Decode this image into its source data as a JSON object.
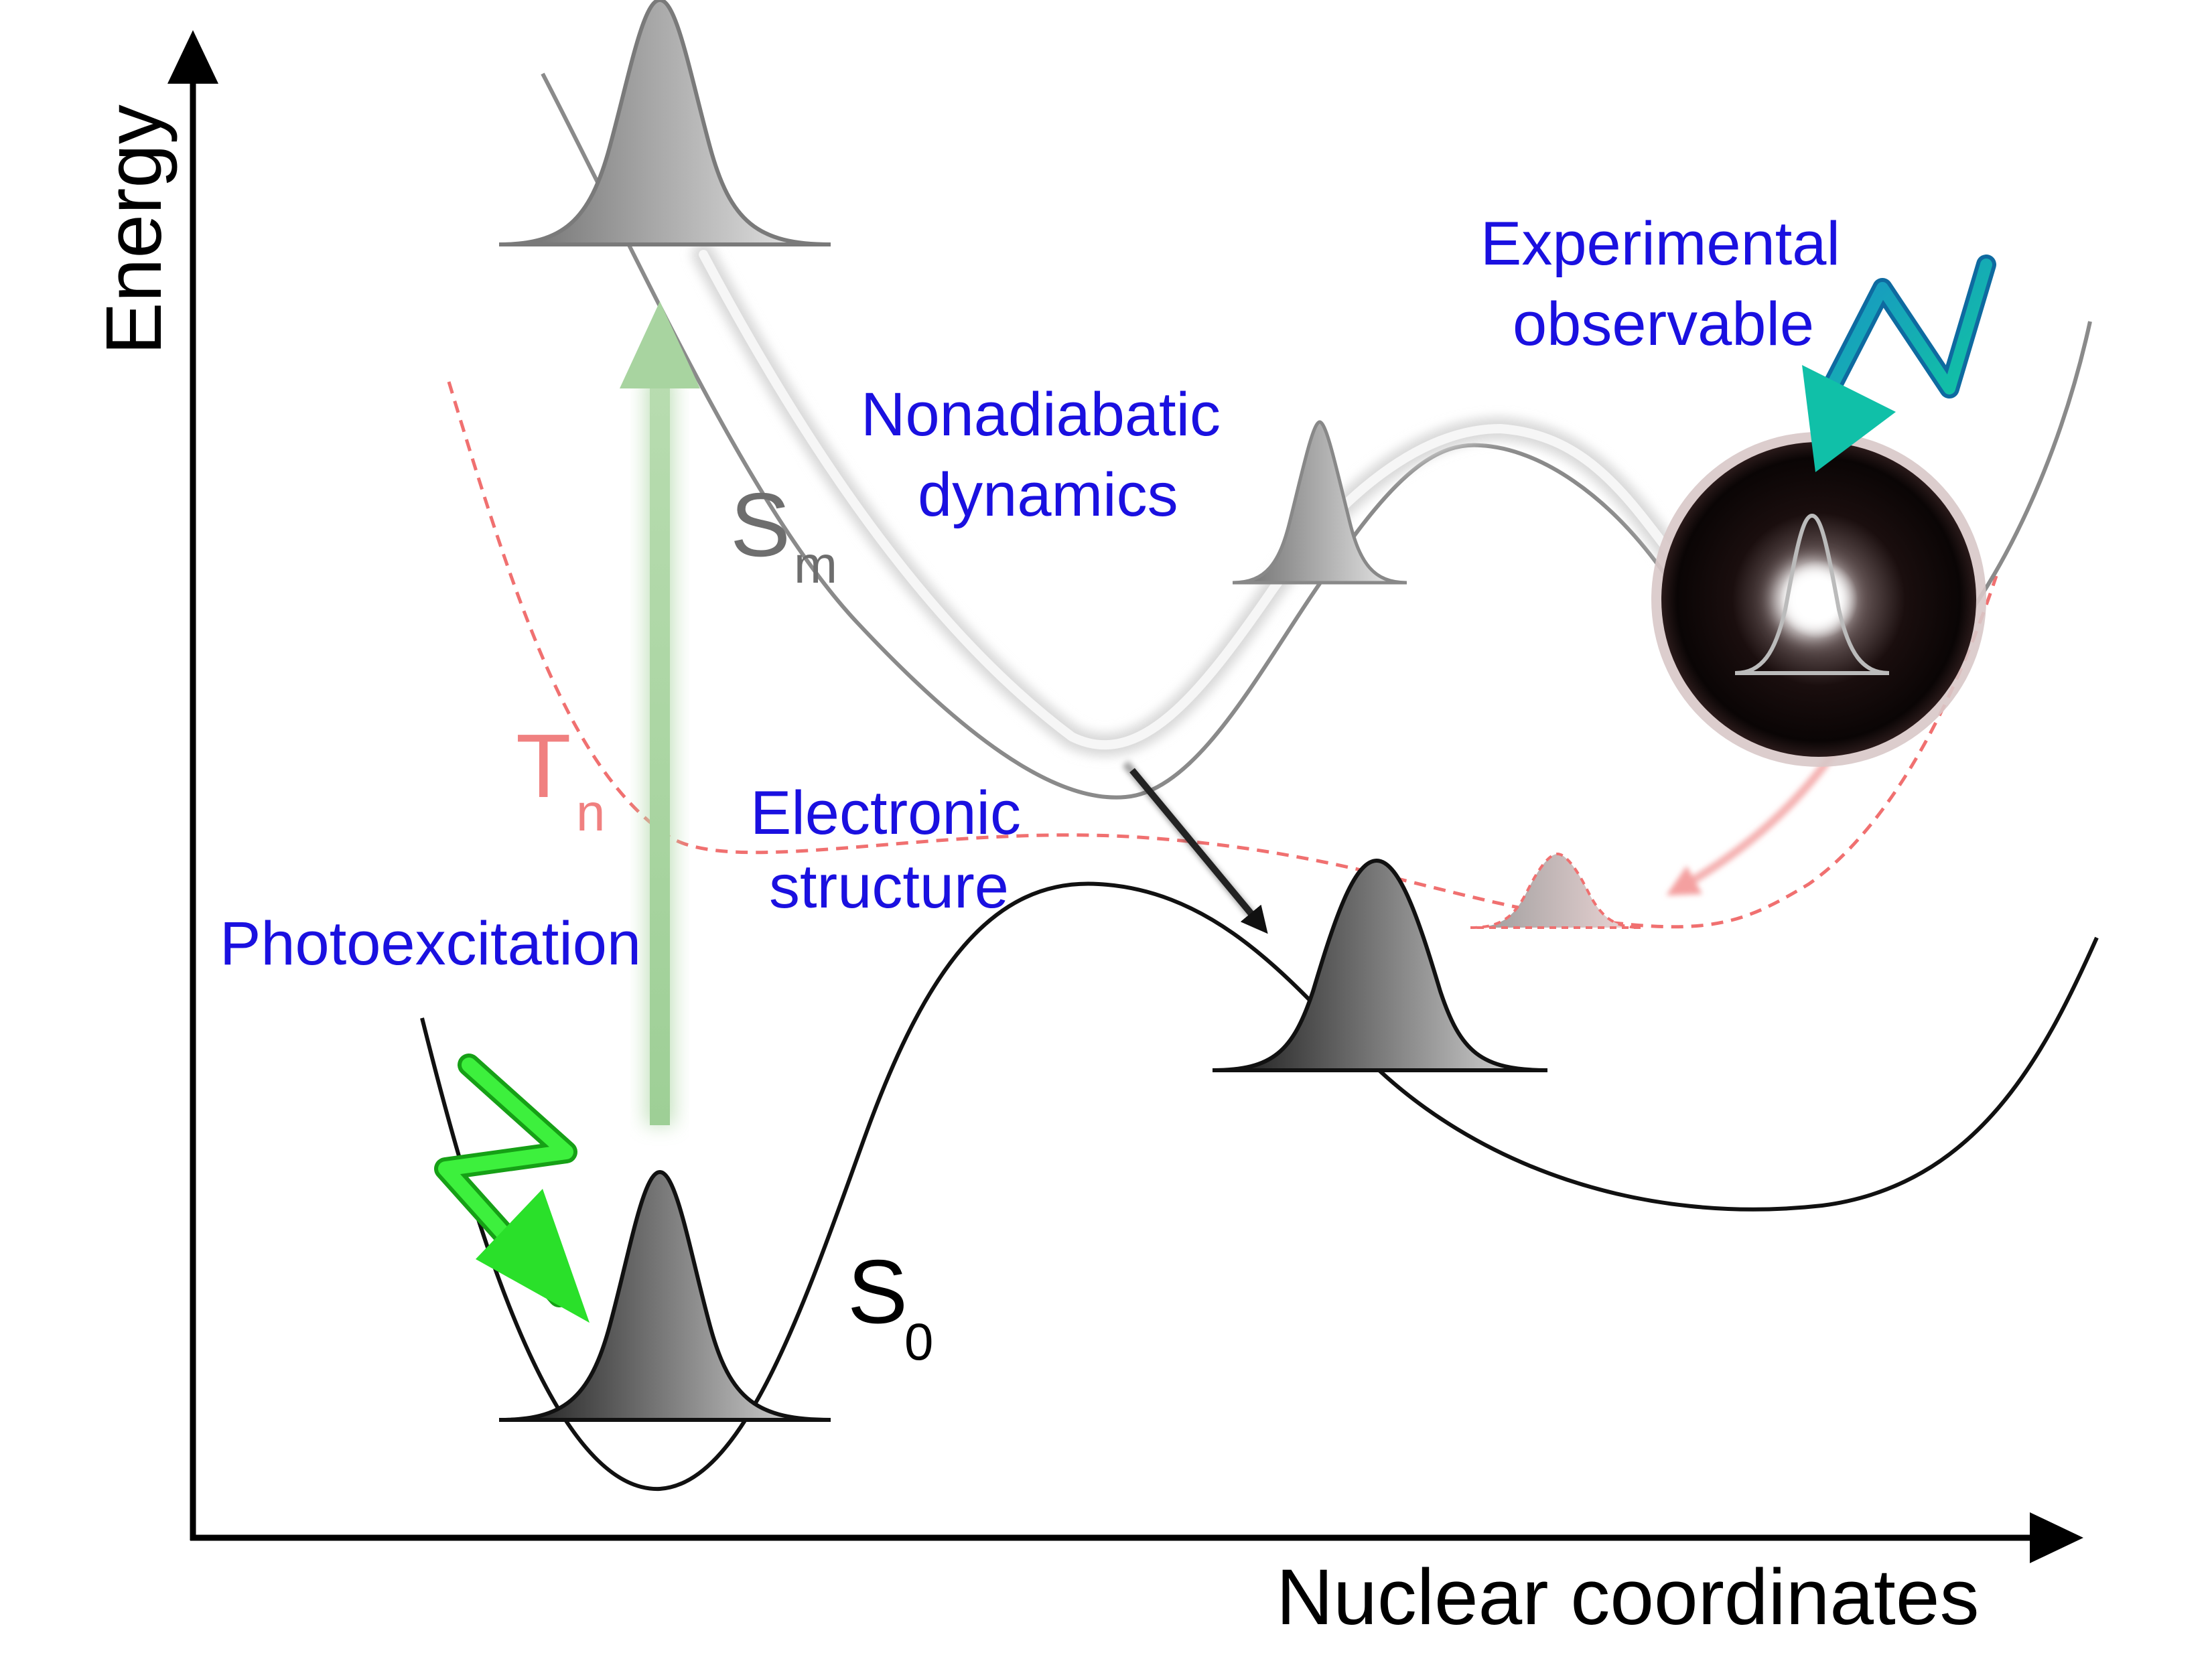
{
  "axes": {
    "y_label": "Energy",
    "x_label": "Nuclear coordinates"
  },
  "states": {
    "ground": {
      "main": "S",
      "sub": "0"
    },
    "excited": {
      "main": "S",
      "sub": "m"
    },
    "triplet": {
      "main": "T",
      "sub": "n"
    }
  },
  "annotations": {
    "photoexcitation": "Photoexcitation",
    "electronic_structure_1": "Electronic",
    "electronic_structure_2": "structure",
    "nonadiabatic_1": "Nonadiabatic",
    "nonadiabatic_2": "dynamics",
    "experimental_1": "Experimental",
    "experimental_2": "observable"
  },
  "colors": {
    "annotation_text": "#1a10e0",
    "triplet": "#f07070",
    "excited_state": "#8a8a8a",
    "ground_state": "#111111",
    "photon_green": "#22dd22",
    "probe_cyan": "#10b8a8",
    "excitation_arrow": "#a8d4a0"
  }
}
